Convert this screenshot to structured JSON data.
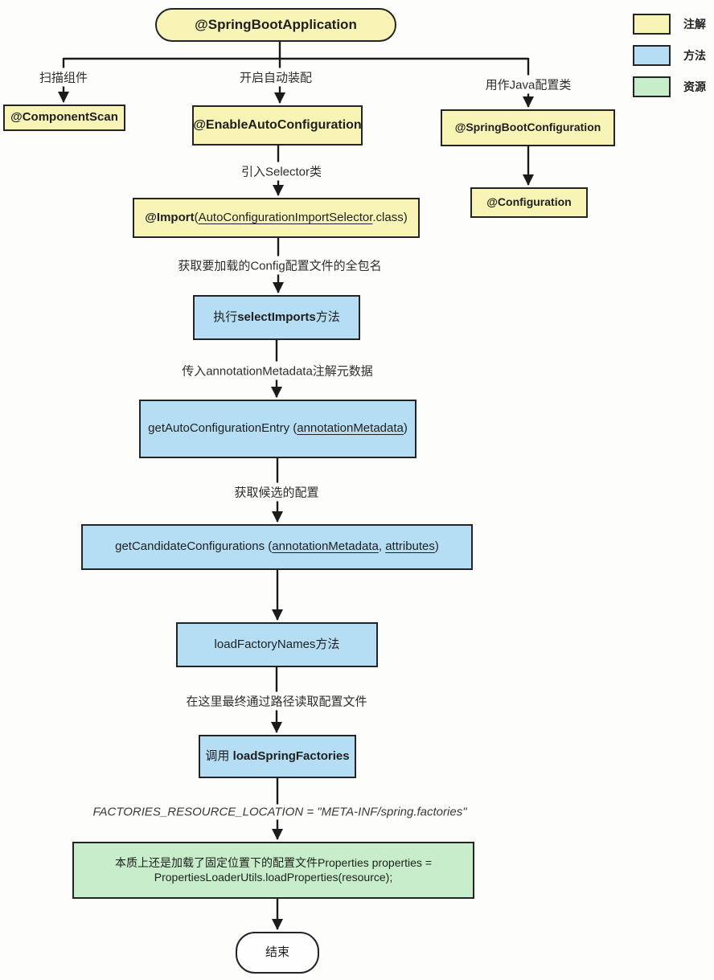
{
  "title": "@SpringBootApplication annotation flowchart",
  "legend": {
    "items": [
      {
        "name": "annotation",
        "label": "注解",
        "color": "#f7f4b6"
      },
      {
        "name": "method",
        "label": "方法",
        "color": "#b5def5"
      },
      {
        "name": "resource",
        "label": "资源",
        "color": "#c7edcb"
      }
    ]
  },
  "colors": {
    "annotation_fill": "#f7f4b6",
    "method_fill": "#b5def5",
    "resource_fill": "#c7edcb",
    "border": "#242424",
    "line": "#1b1b1b",
    "background": "#fdfdfc"
  },
  "nodes": {
    "start": {
      "label": "@SpringBootApplication",
      "type": "annotation"
    },
    "component_scan": {
      "label": "@ComponentScan",
      "type": "annotation"
    },
    "enable_auto_configuration": {
      "label": "@EnableAutoConfiguration",
      "type": "annotation"
    },
    "spring_boot_configuration": {
      "label": "@SpringBootConfiguration",
      "type": "annotation"
    },
    "configuration": {
      "label": "@Configuration",
      "type": "annotation"
    },
    "import_selector": {
      "bold": "@Import",
      "pre": "(",
      "underline": "AutoConfigurationImportSelector",
      "post": ".class)",
      "type": "annotation"
    },
    "select_imports": {
      "pre": "执行",
      "bold": "selectImports",
      "post": "方法",
      "type": "method"
    },
    "get_auto_configuration_entry": {
      "pre": "getAutoConfigurationEntry (",
      "underline": "annotationMetadata",
      "post": ")",
      "type": "method"
    },
    "get_candidate_configurations": {
      "pre": "getCandidateConfigurations (",
      "underline1": "annotationMetadata",
      "mid": ", ",
      "underline2": "attributes",
      "post": ")",
      "type": "method"
    },
    "load_factory_names": {
      "label": "loadFactoryNames方法",
      "type": "method"
    },
    "load_spring_factories": {
      "pre": "调用 ",
      "bold": "loadSpringFactories",
      "type": "method"
    },
    "properties_loader": {
      "line1": "本质上还是加载了固定位置下的配置文件Properties properties =",
      "line2": "PropertiesLoaderUtils.loadProperties(resource);",
      "type": "resource"
    },
    "end": {
      "label": "结束"
    }
  },
  "edge_labels": {
    "scan_components": "扫描组件",
    "enable_auto_assembly": "开启自动装配",
    "java_config_class": "用作Java配置类",
    "import_selector_class": "引入Selector类",
    "get_full_package_names": "获取要加载的Config配置文件的全包名",
    "pass_annotation_metadata": "传入annotationMetadata注解元数据",
    "get_candidate_config": "获取候选的配置",
    "read_config_by_path": "在这里最终通过路径读取配置文件",
    "factories_resource_location": "FACTORIES_RESOURCE_LOCATION = \"META-INF/spring.factories\""
  }
}
